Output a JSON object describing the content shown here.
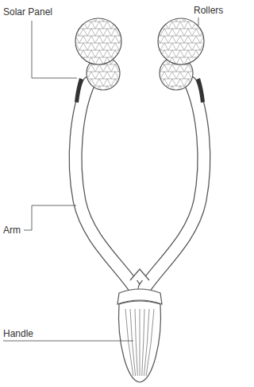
{
  "diagram": {
    "labels": [
      "Solar Panel",
      "Rollers",
      "Arm",
      "Handle"
    ]
  }
}
